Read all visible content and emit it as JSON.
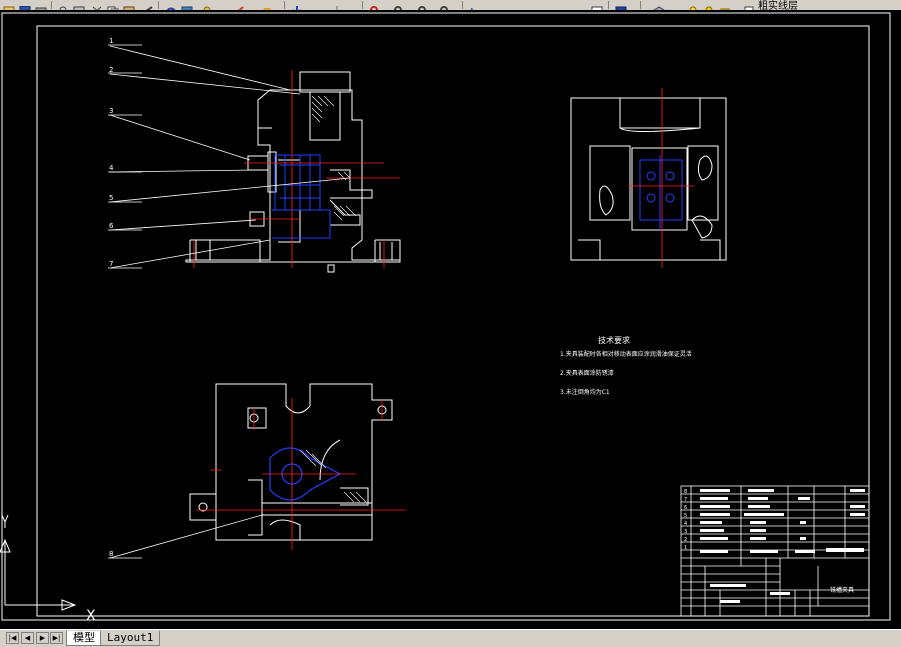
{
  "toolbar": {
    "buttons": [
      "open-icon",
      "save-icon",
      "print-icon",
      "preview-icon",
      "plot-icon",
      "cut-icon",
      "copy-icon",
      "paste-icon",
      "match-icon",
      "undo-icon",
      "redo-icon",
      "pan-icon",
      "zoom-realtime-icon",
      "zoom-window-icon",
      "zoom-previous-icon",
      "properties-icon",
      "design-center-icon",
      "tool-palette-icon",
      "sheet-set-icon",
      "markup-icon",
      "calc-icon",
      "help-icon",
      "layer-manager-icon",
      "layer-state-icon"
    ],
    "layer_name": "粗实线层"
  },
  "drawing": {
    "callouts": [
      "1",
      "2",
      "3",
      "4",
      "5",
      "6",
      "7",
      "8"
    ],
    "tech_requirements": {
      "heading": "技术要求",
      "lines": [
        "1.夹具装配时各相对移动表面应涂润滑油保证灵活",
        "2.夹具表面涂防锈漆",
        "3.未注倒角均为C1"
      ]
    },
    "title_block": {
      "part_name": "铣槽夹具"
    }
  },
  "tabs": {
    "nav": [
      "first-tab",
      "prev-tab",
      "next-tab",
      "last-tab"
    ],
    "model": "模型",
    "layout1": "Layout1"
  },
  "colors": {
    "background": "#000000",
    "lines": "#ffffff",
    "center_lines": "#ff0000",
    "hidden_parts": "#0000ff",
    "ui_chrome": "#d4d0c8"
  }
}
